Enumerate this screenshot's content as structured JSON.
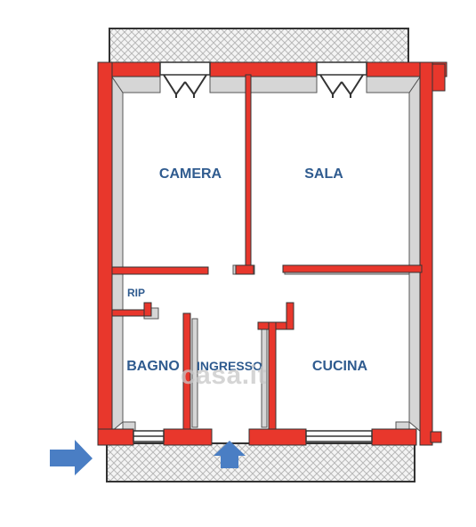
{
  "rooms": {
    "camera": "CAMERA",
    "sala": "SALA",
    "rip": "RIP",
    "bagno": "BAGNO",
    "ingresso": "INGRESSO",
    "cucina": "CUCINA"
  },
  "watermark": "casa.it",
  "colors": {
    "wall": "#e8372c",
    "wall_outline": "#333333",
    "balcony_fill": "#ececec",
    "arrow": "#4a7ec4",
    "label": "#2f5b8f"
  },
  "icons": {
    "side_entrance": "arrow-right-icon",
    "main_entrance": "arrow-up-icon"
  }
}
